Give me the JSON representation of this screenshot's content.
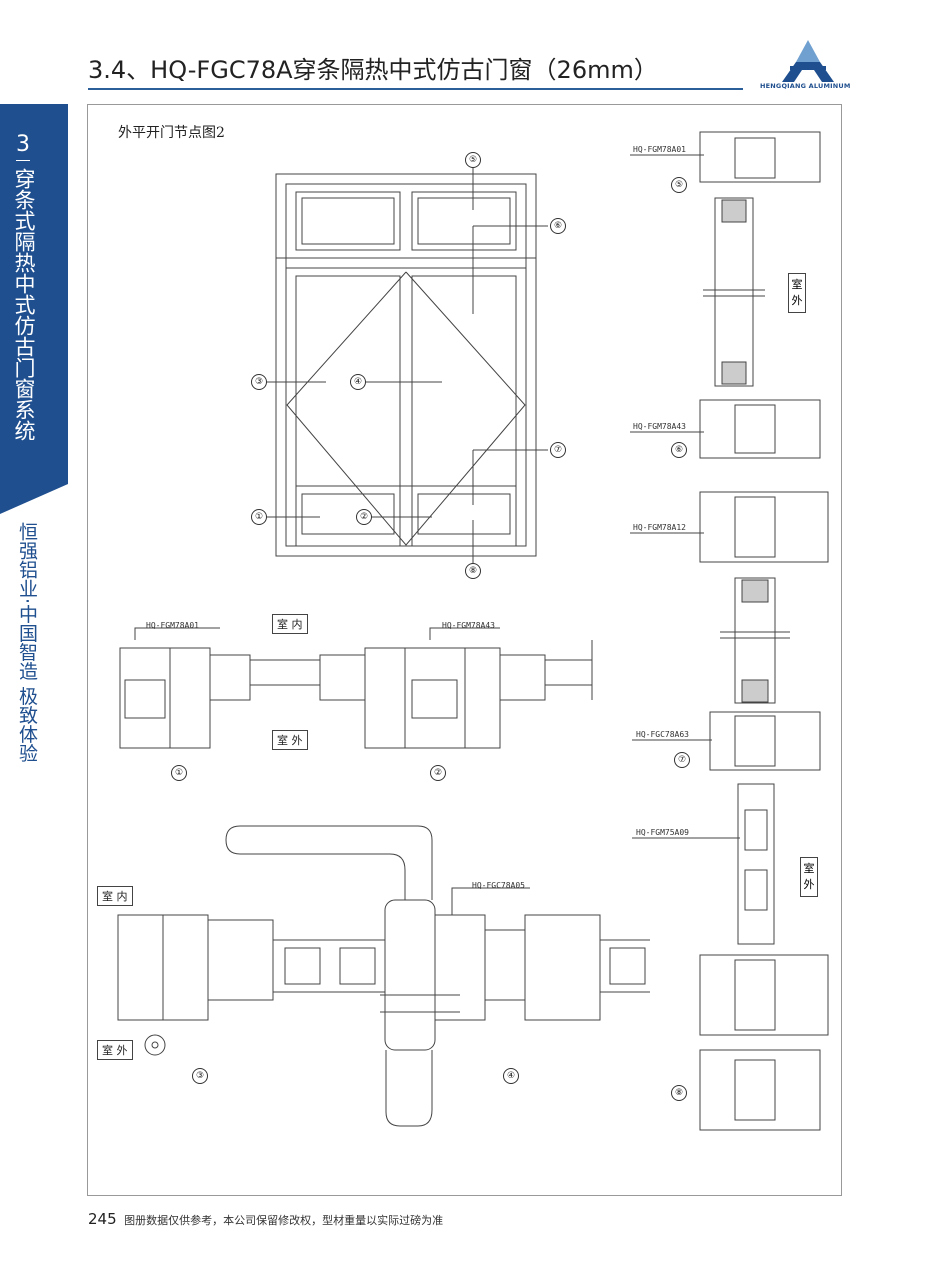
{
  "header": {
    "title": "3.4、HQ-FGC78A穿条隔热中式仿古门窗（26mm）",
    "logo_text": "HENGQIANG ALUMINUM"
  },
  "sidebar": {
    "chapter": "3",
    "chapter_title": "穿条式隔热中式仿古门窗系统",
    "slogan": "恒强铝业·中国智造 极致体验"
  },
  "drawing": {
    "caption": "外平开门节点图2",
    "elevation_markers": [
      "①",
      "②",
      "③",
      "④",
      "⑤",
      "⑥",
      "⑦",
      "⑧"
    ],
    "section_12": {
      "labels": [
        "HQ-FGM78A01",
        "HQ-FGM78A43"
      ],
      "indoor": "室 内",
      "outdoor": "室 外",
      "markers": [
        "①",
        "②"
      ]
    },
    "section_34": {
      "labels": [
        "HQ-FGC78A05"
      ],
      "indoor": "室 内",
      "outdoor": "室 外",
      "markers": [
        "③",
        "④"
      ]
    },
    "vertical_section": {
      "labels": [
        "HQ-FGM78A01",
        "HQ-FGM78A43",
        "HQ-FGM78A12",
        "HQ-FGC78A63",
        "HQ-FGM75A09"
      ],
      "outdoor": "室外",
      "markers": [
        "⑤",
        "⑥",
        "⑦",
        "⑧"
      ]
    }
  },
  "footer": {
    "page": "245",
    "note": "图册数据仅供参考，本公司保留修改权，型材重量以实际过磅为准"
  }
}
